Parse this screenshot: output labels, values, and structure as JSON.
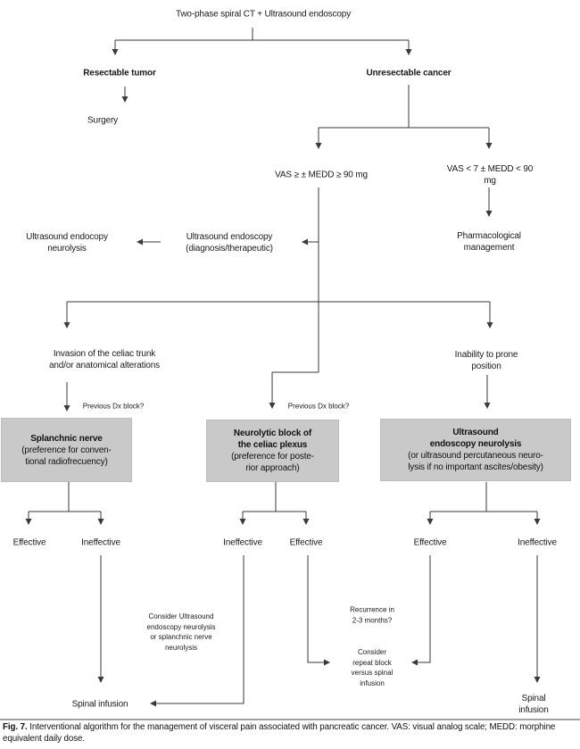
{
  "colors": {
    "line": "#3a3a3a",
    "box_fill": "#c9c9c9"
  },
  "nodes": {
    "root": "Two-phase spiral CT + Ultrasound endoscopy",
    "resectable": "Resectable tumor",
    "surgery": "Surgery",
    "unresectable": "Unresectable cancer",
    "vas_high": "VAS ≥ ± MEDD ≥ 90 mg",
    "vas_low": "VAS < 7 ± MEDD < 90 mg",
    "pharmacological": "Pharmacological\nmanagement",
    "us_neurolysis_left": "Ultrasound endocopy\nneurolysis",
    "us_diagnostic": "Ultrasound endoscopy\n(diagnosis/therapeutic)",
    "invasion": "Invasion of the celiac trunk\nand/or anatomical alterations",
    "inability": "Inability to prone position",
    "prev_dx_left": "Previous Dx block?",
    "prev_dx_mid": "Previous Dx block?",
    "effective_left": "Effective",
    "ineffective_left": "Ineffective",
    "ineffective_mid": "Ineffective",
    "effective_mid": "Effective",
    "effective_right": "Effective",
    "ineffective_right": "Ineffective",
    "consider_us": "Consider Ultrasound\nendoscopy neurolysis\nor splanchnic nerve\nneurolysis",
    "recurrence": "Recurrence in\n2-3 months?",
    "consider_repeat": "Consider\nrepeat block\nversus spinal\ninfusion",
    "spinal_left": "Spinal infusion",
    "spinal_right": "Spinal infusion"
  },
  "boxes": {
    "splanchnic": {
      "title": "Splanchnic nerve",
      "subtitle": "(preference for conven-\ntional radiofrecuency)"
    },
    "neurolytic": {
      "title": "Neurolytic block of\nthe celiac plexus",
      "subtitle": "(preference for poste-\nrior approach)"
    },
    "us_endoscopy": {
      "title": "Ultrasound\nendoscopy neurolysis",
      "subtitle": "(or ultrasound percutaneous neuro-\nlysis if no important ascites/obesity)"
    }
  },
  "caption": {
    "label": "Fig. 7.",
    "text": " Interventional algorithm for the management of visceral pain associated with pancreatic cancer. VAS: visual analog scale; MEDD: morphine equivalent daily dose."
  }
}
